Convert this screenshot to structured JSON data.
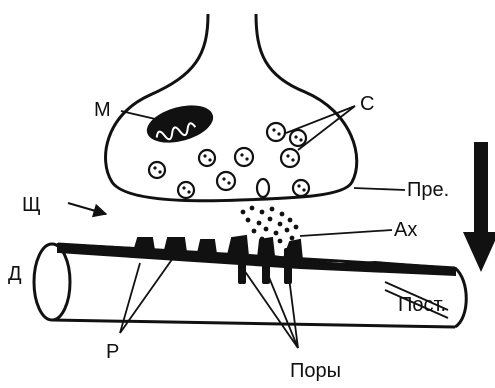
{
  "labels": {
    "mitochondrion": "М",
    "vesicles": "С",
    "cleft": "Щ",
    "presynaptic": "Пре.",
    "acetylcholine": "Ах",
    "dendrite": "Д",
    "postsynaptic": "Пост.",
    "receptors": "Р",
    "pores": "Поры"
  },
  "colors": {
    "ink": "#111111",
    "paper": "#ffffff"
  },
  "icons": {
    "direction_arrow": "down-arrow-icon",
    "cleft_pointer": "right-arrow-icon"
  }
}
